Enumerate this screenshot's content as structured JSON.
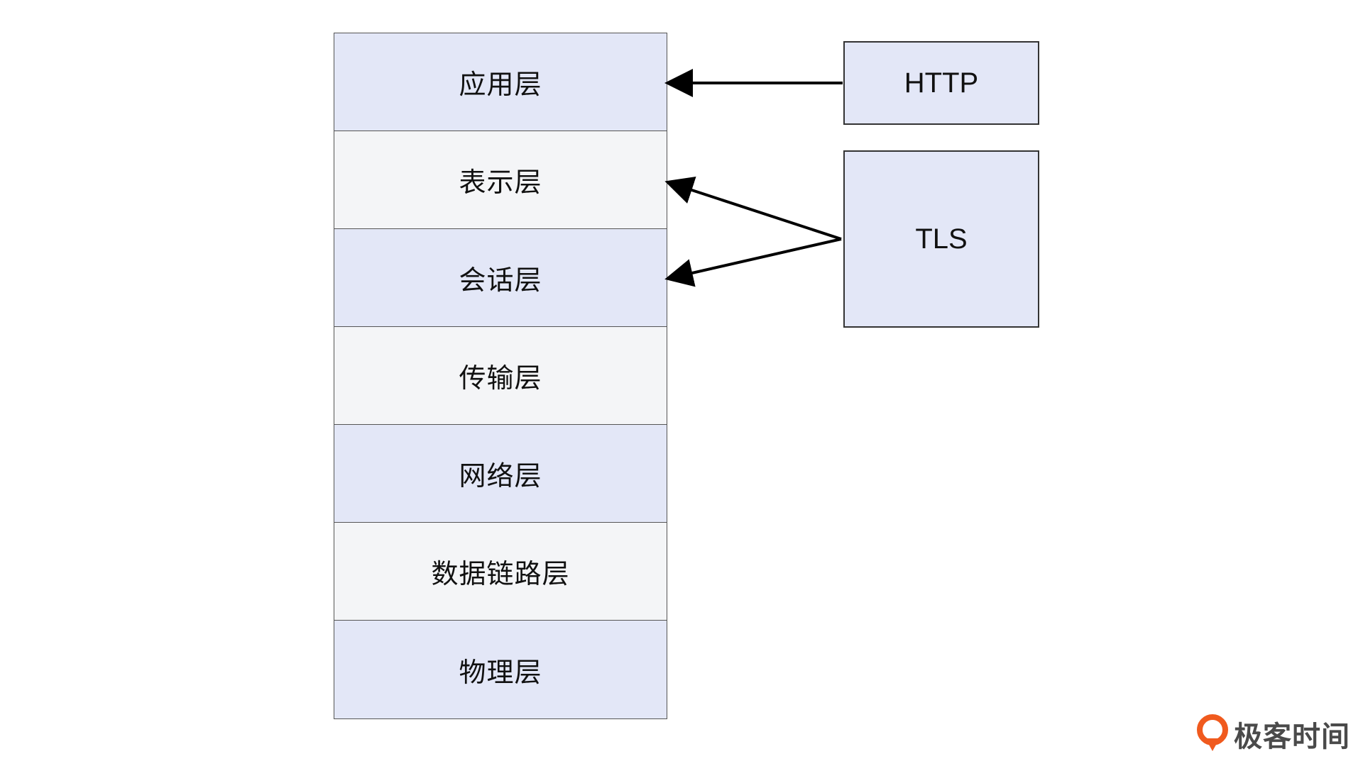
{
  "layers": [
    {
      "label": "应用层",
      "color": "#e3e7f7"
    },
    {
      "label": "表示层",
      "color": "#f4f5f7"
    },
    {
      "label": "会话层",
      "color": "#e3e7f7"
    },
    {
      "label": "传输层",
      "color": "#f4f5f7"
    },
    {
      "label": "网络层",
      "color": "#e3e7f7"
    },
    {
      "label": "数据链路层",
      "color": "#f4f5f7"
    },
    {
      "label": "物理层",
      "color": "#e3e7f7"
    }
  ],
  "protocols": {
    "http": {
      "label": "HTTP",
      "maps_to": [
        "应用层"
      ]
    },
    "tls": {
      "label": "TLS",
      "maps_to": [
        "表示层",
        "会话层"
      ]
    }
  },
  "watermark": {
    "text": "极客时间",
    "logo_color": "#f05a1e"
  },
  "colors": {
    "layer_blue": "#e3e7f7",
    "layer_gray": "#f4f5f7",
    "border": "#555555",
    "arrow": "#000000"
  }
}
